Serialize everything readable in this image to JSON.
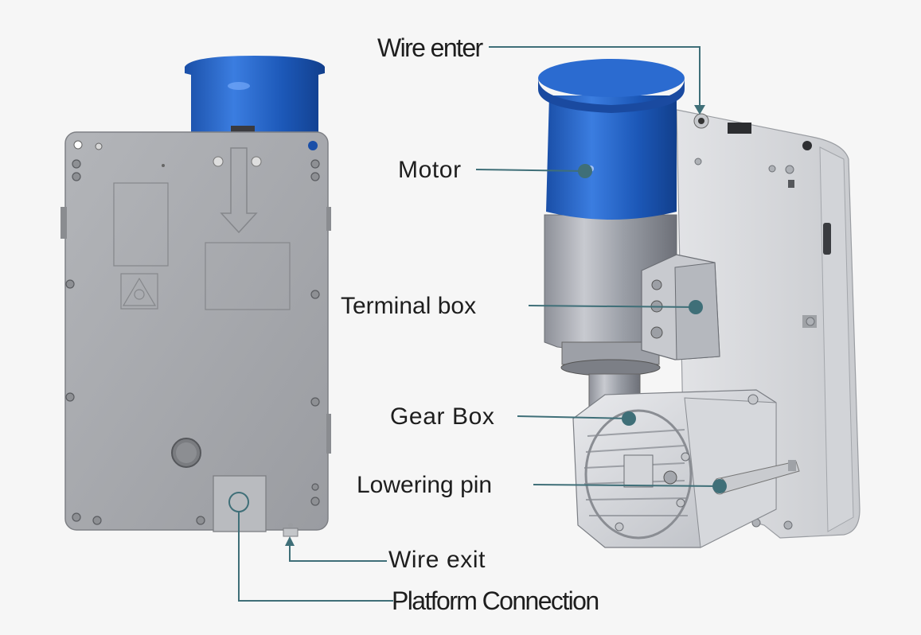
{
  "labels": {
    "wire_enter": "Wire enter",
    "motor": "Motor",
    "terminal_box": "Terminal box",
    "gear_box": "Gear Box",
    "lowering_pin": "Lowering pin",
    "wire_exit": "Wire exit",
    "platform_connection": "Platform Connection"
  },
  "colors": {
    "background": "#f6f6f6",
    "motor_blue": "#1f5fbf",
    "plate_grey": "#a7a9ad",
    "leader_line": "#3f6f78",
    "text": "#1e1e1e"
  }
}
